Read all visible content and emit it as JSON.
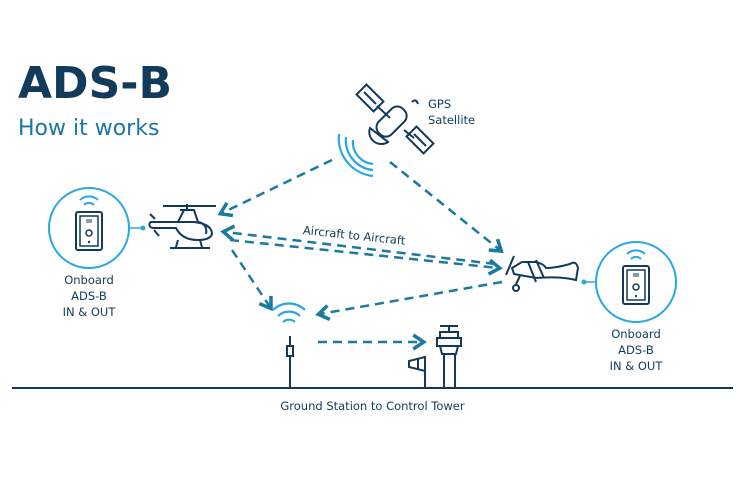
{
  "header": {
    "title": "ADS-B",
    "subtitle": "How it works"
  },
  "nodes": {
    "satellite": {
      "label_line1": "GPS",
      "label_line2": "Satellite"
    },
    "onboard_left": {
      "line1": "Onboard",
      "line2": "ADS-B",
      "line3": "IN & OUT"
    },
    "onboard_right": {
      "line1": "Onboard",
      "line2": "ADS-B",
      "line3": "IN & OUT"
    }
  },
  "links": {
    "aircraft_to_aircraft": "Aircraft to Aircraft",
    "ground_to_tower": "Ground Station to Control Tower"
  },
  "colors": {
    "navy": "#123a5a",
    "teal_dash": "#1a7aa0",
    "signal_blue": "#29a8e0"
  }
}
